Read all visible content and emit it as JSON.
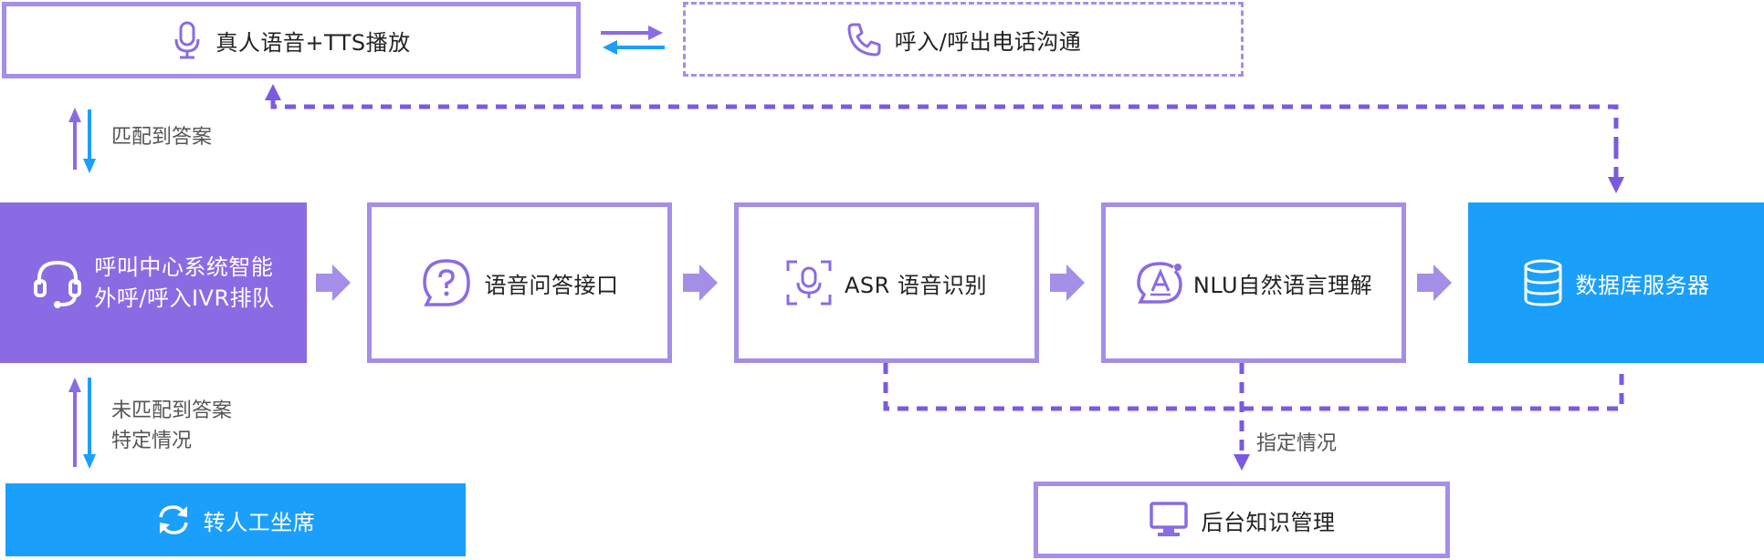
{
  "nodes": {
    "tts": {
      "label": "真人语音+TTS播放",
      "icon": "microphone-icon"
    },
    "call": {
      "label": "呼入/呼出电话沟通",
      "icon": "phone-icon"
    },
    "callcenter": {
      "line1": "呼叫中心系统智能",
      "line2": "外呼/呼入IVR排队",
      "icon": "headset-icon"
    },
    "qa": {
      "label": "语音问答接口",
      "icon": "question-bubble-icon"
    },
    "asr": {
      "label": "ASR 语音识别",
      "icon": "voice-scan-icon"
    },
    "nlu": {
      "label": "NLU自然语言理解",
      "icon": "language-bubble-icon"
    },
    "db": {
      "label": "数据库服务器",
      "icon": "database-icon"
    },
    "agent": {
      "label": "转人工坐席",
      "icon": "refresh-icon"
    },
    "kb": {
      "label": "后台知识管理",
      "icon": "monitor-icon"
    }
  },
  "edge_labels": {
    "matched": "匹配到答案",
    "unmatched_line1": "未匹配到答案",
    "unmatched_line2": "特定情况",
    "specified": "指定情况"
  },
  "colors": {
    "purple": "#8a6be3",
    "light_purple": "#a48ee8",
    "blue": "#1a9ffb",
    "dash_purple": "#7b5ae0"
  }
}
